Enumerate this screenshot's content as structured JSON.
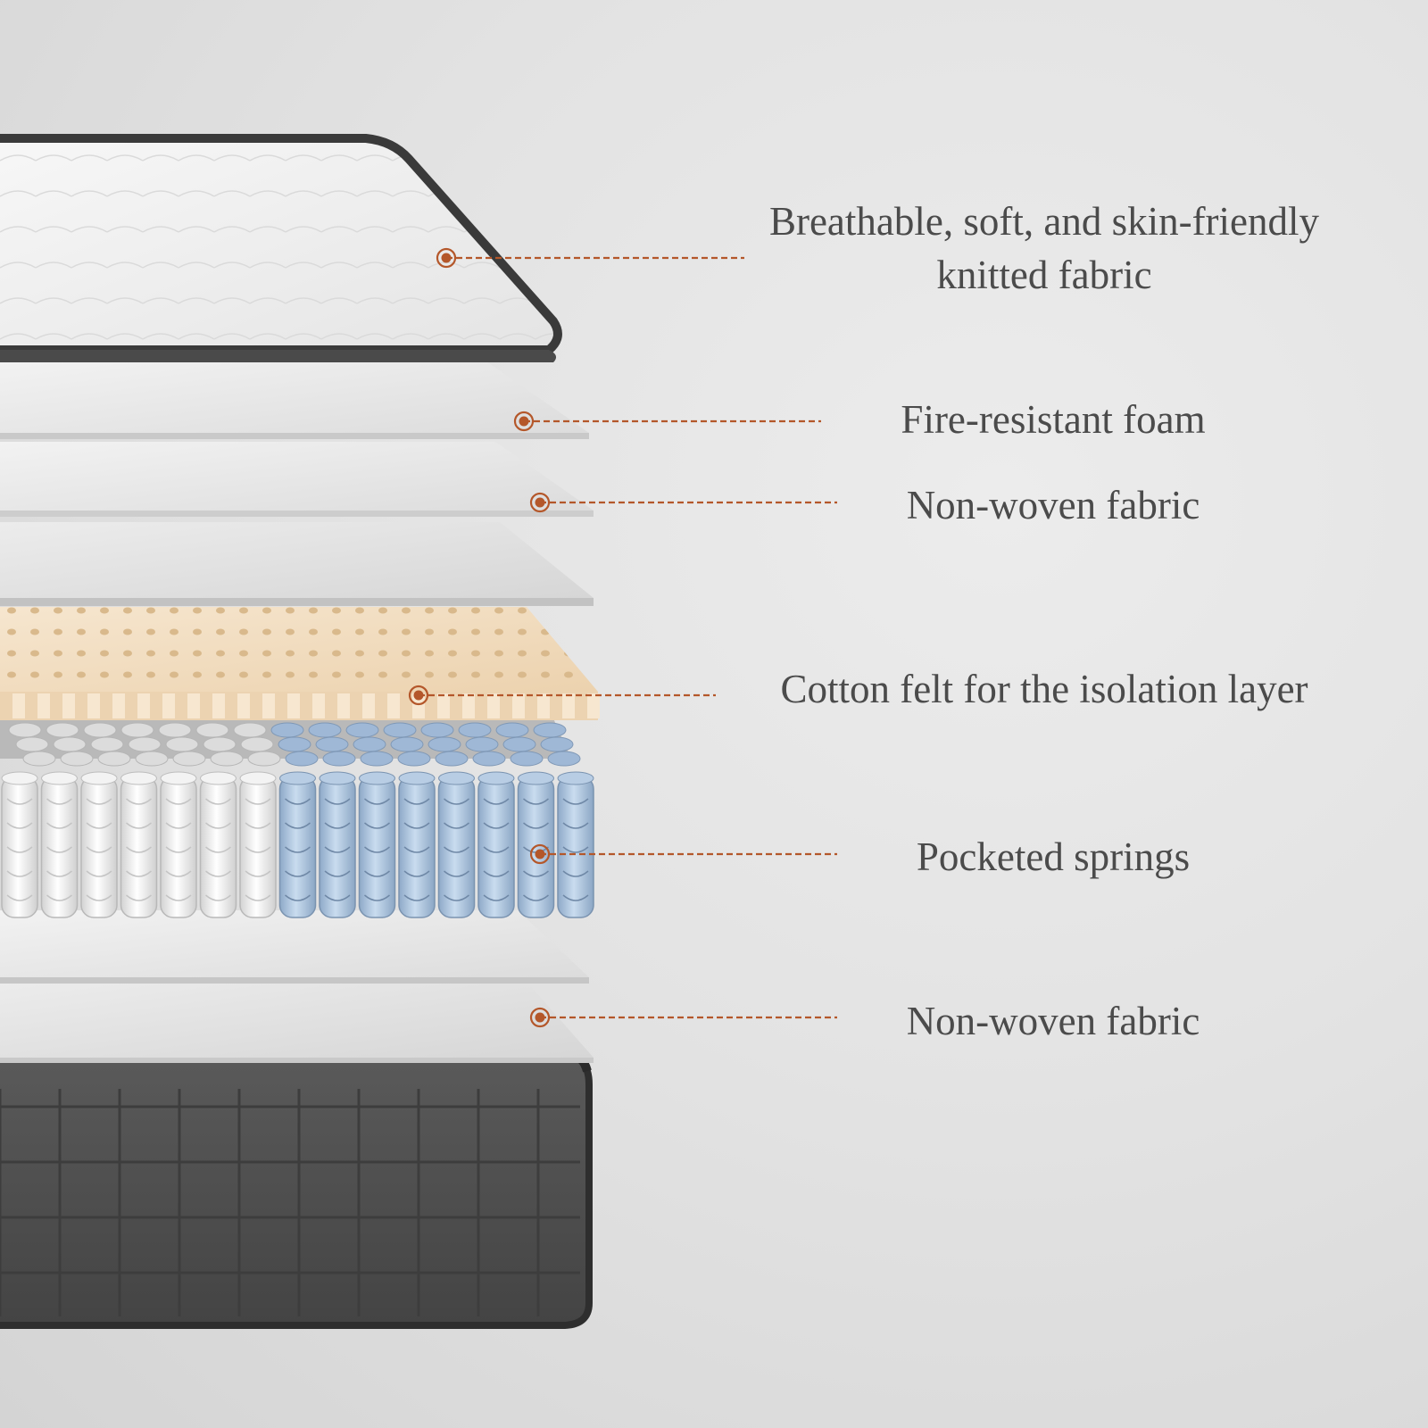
{
  "accent_color": "#b4572a",
  "text_color": "#4b4b4b",
  "layers": [
    {
      "name": "top-cover",
      "label_lines": [
        "Breathable, soft, and skin-friendly",
        "knitted fabric"
      ]
    },
    {
      "name": "fire-resistant-foam",
      "label_lines": [
        "Fire-resistant foam"
      ]
    },
    {
      "name": "non-woven-fabric-upper",
      "label_lines": [
        "Non-woven fabric"
      ]
    },
    {
      "name": "cotton-felt",
      "label_lines": [
        "Cotton felt for the isolation layer"
      ]
    },
    {
      "name": "pocketed-springs",
      "label_lines": [
        "Pocketed springs"
      ]
    },
    {
      "name": "non-woven-fabric-lower",
      "label_lines": [
        "Non-woven fabric"
      ]
    }
  ]
}
